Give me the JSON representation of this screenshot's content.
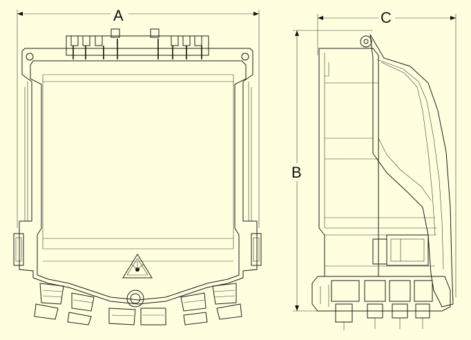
{
  "dimensions": {
    "width_label": "A",
    "height_label": "B",
    "depth_label": "C"
  },
  "colors": {
    "background": "#ffffe0",
    "stroke": "#1a1a1a"
  },
  "icons": {
    "warning": "laser-warning-triangle-icon"
  }
}
